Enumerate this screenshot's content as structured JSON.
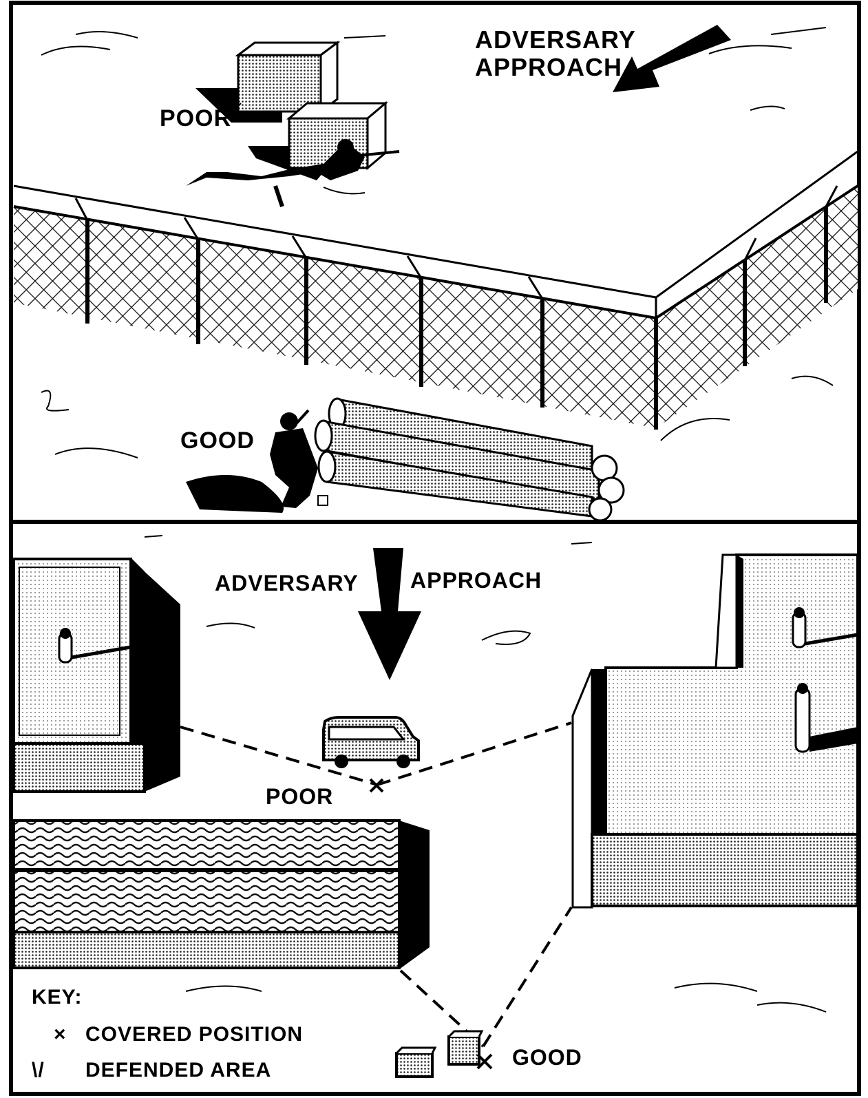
{
  "top_panel": {
    "arrow_label_line1": "ADVERSARY",
    "arrow_label_line2": "APPROACH",
    "poor_label": "POOR",
    "good_label": "GOOD"
  },
  "bottom_panel": {
    "arrow_label_left": "ADVERSARY",
    "arrow_label_right": "APPROACH",
    "poor_label": "POOR",
    "good_label": "GOOD",
    "key": {
      "title": "KEY:",
      "covered_symbol": "×",
      "covered_label": "COVERED POSITION",
      "defended_symbol": "\\/",
      "defended_label": "DEFENDED AREA"
    }
  }
}
